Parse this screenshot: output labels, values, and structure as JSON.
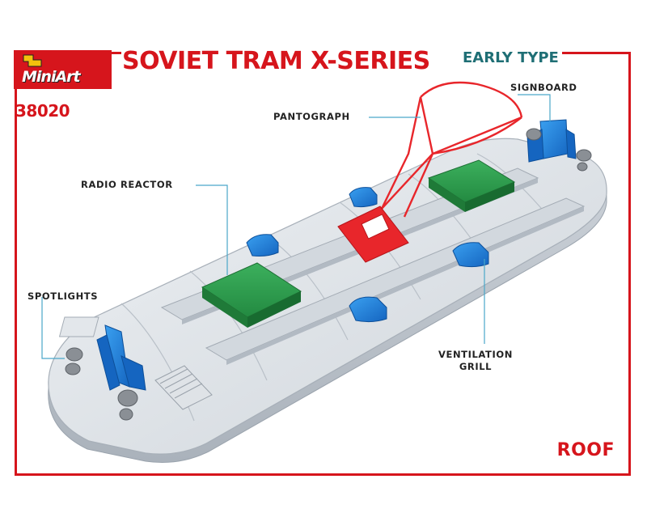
{
  "brand": {
    "name": "MiniArt"
  },
  "kit_number": "38020",
  "title": "SOVIET TRAM X-SERIES",
  "subtitle": "EARLY TYPE",
  "part_label": "ROOF",
  "callouts": {
    "signboard": "SIGNBOARD",
    "pantograph": "PANTOGRAPH",
    "radio_reactor": "RADIO REACTOR",
    "spotlights": "SPOTLIGHTS",
    "ventilation_line1": "VENTILATION",
    "ventilation_line2": "GRILL"
  },
  "colors": {
    "brand_red": "#d6151c",
    "subtitle_teal": "#1f6f75",
    "roof_grey": "#d8dde2",
    "reactor_green": "#2f9e4f",
    "grill_blue": "#1f7fd6",
    "pantograph_red": "#e8262b",
    "leader_line": "#4aa7c9"
  }
}
